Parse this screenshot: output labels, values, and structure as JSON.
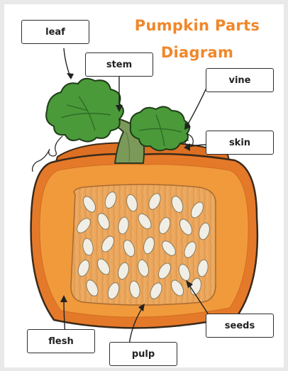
{
  "title": {
    "line1": "Pumpkin Parts",
    "line2": "Diagram"
  },
  "labels": {
    "leaf": "leaf",
    "stem": "stem",
    "vine": "vine",
    "skin": "skin",
    "seeds": "seeds",
    "flesh": "flesh",
    "pulp": "pulp"
  },
  "colors": {
    "title": "#f0872a",
    "skin": "#e5792a",
    "flesh": "#f09a3c",
    "pulp": "#e9a961",
    "seed": "#f0eee5",
    "leaf": "#4a9a3a",
    "stem": "#7b9a5a"
  }
}
